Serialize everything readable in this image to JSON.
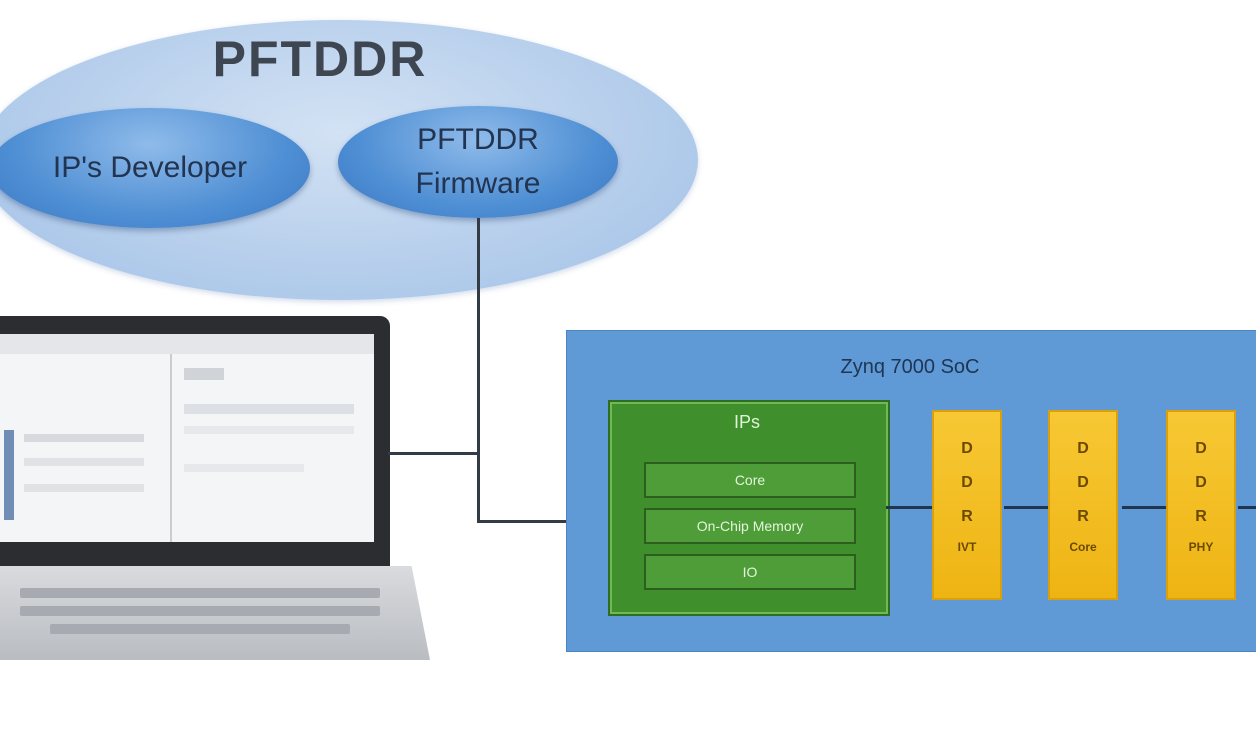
{
  "group": {
    "title": "PFTDDR",
    "developer": "IP's Developer",
    "firmware": "PFTDDR Firmware"
  },
  "soc": {
    "title": "Zynq 7000 SoC",
    "ip": {
      "title": "IPs",
      "blocks": [
        "Core",
        "On-Chip Memory",
        "IO"
      ]
    },
    "ddr": [
      {
        "letters": [
          "D",
          "D",
          "R"
        ],
        "sub": "IVT"
      },
      {
        "letters": [
          "D",
          "D",
          "R"
        ],
        "sub": "Core"
      },
      {
        "letters": [
          "D",
          "D",
          "R"
        ],
        "sub": "PHY"
      }
    ]
  },
  "colors": {
    "ellipse_outer": "#b7cfec",
    "ellipse_inner": "#4f8fd4",
    "soc_panel": "#5f9ad6",
    "ip_block": "#3f8f2c",
    "ddr": "#f2be22"
  }
}
